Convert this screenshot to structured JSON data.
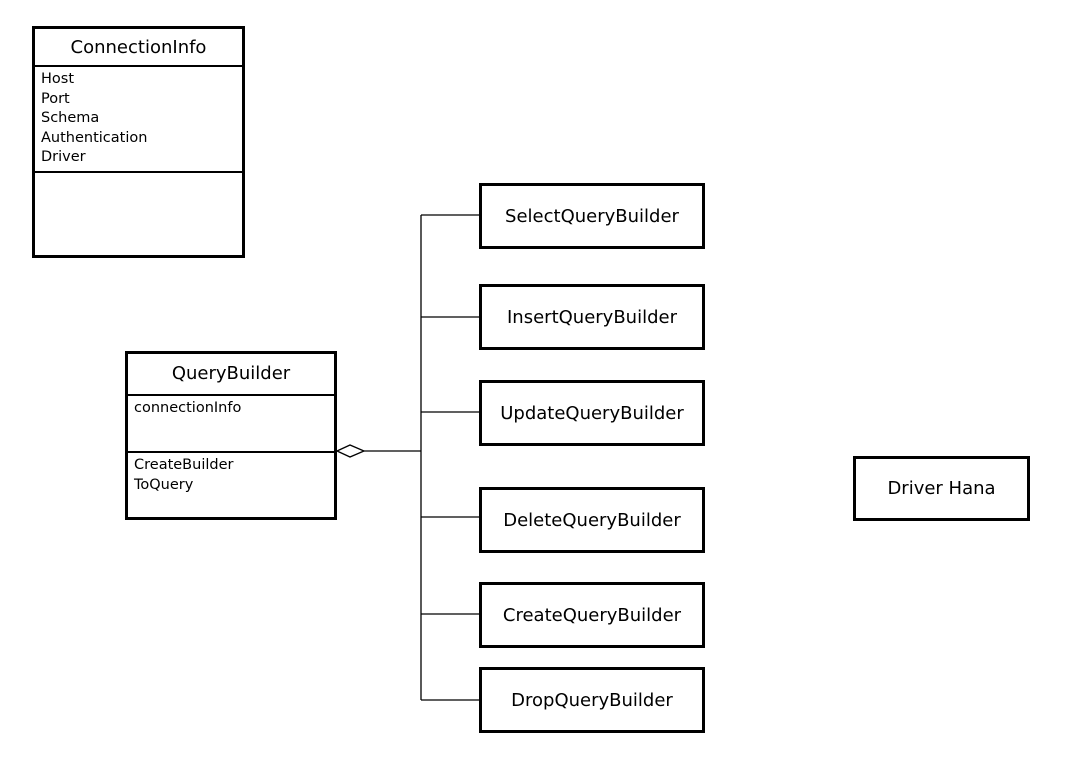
{
  "classes": {
    "connection_info": {
      "title": "ConnectionInfo",
      "attributes": [
        "Host",
        "Port",
        "Schema",
        "Authentication",
        "Driver"
      ],
      "methods": []
    },
    "query_builder": {
      "title": "QueryBuilder",
      "attributes": [
        "connectionInfo"
      ],
      "methods": [
        "CreateBuilder",
        "ToQuery"
      ]
    }
  },
  "builders": [
    {
      "label": "SelectQueryBuilder"
    },
    {
      "label": "InsertQueryBuilder"
    },
    {
      "label": "UpdateQueryBuilder"
    },
    {
      "label": "DeleteQueryBuilder"
    },
    {
      "label": "CreateQueryBuilder"
    },
    {
      "label": "DropQueryBuilder"
    }
  ],
  "driver": {
    "label": "Driver Hana"
  }
}
